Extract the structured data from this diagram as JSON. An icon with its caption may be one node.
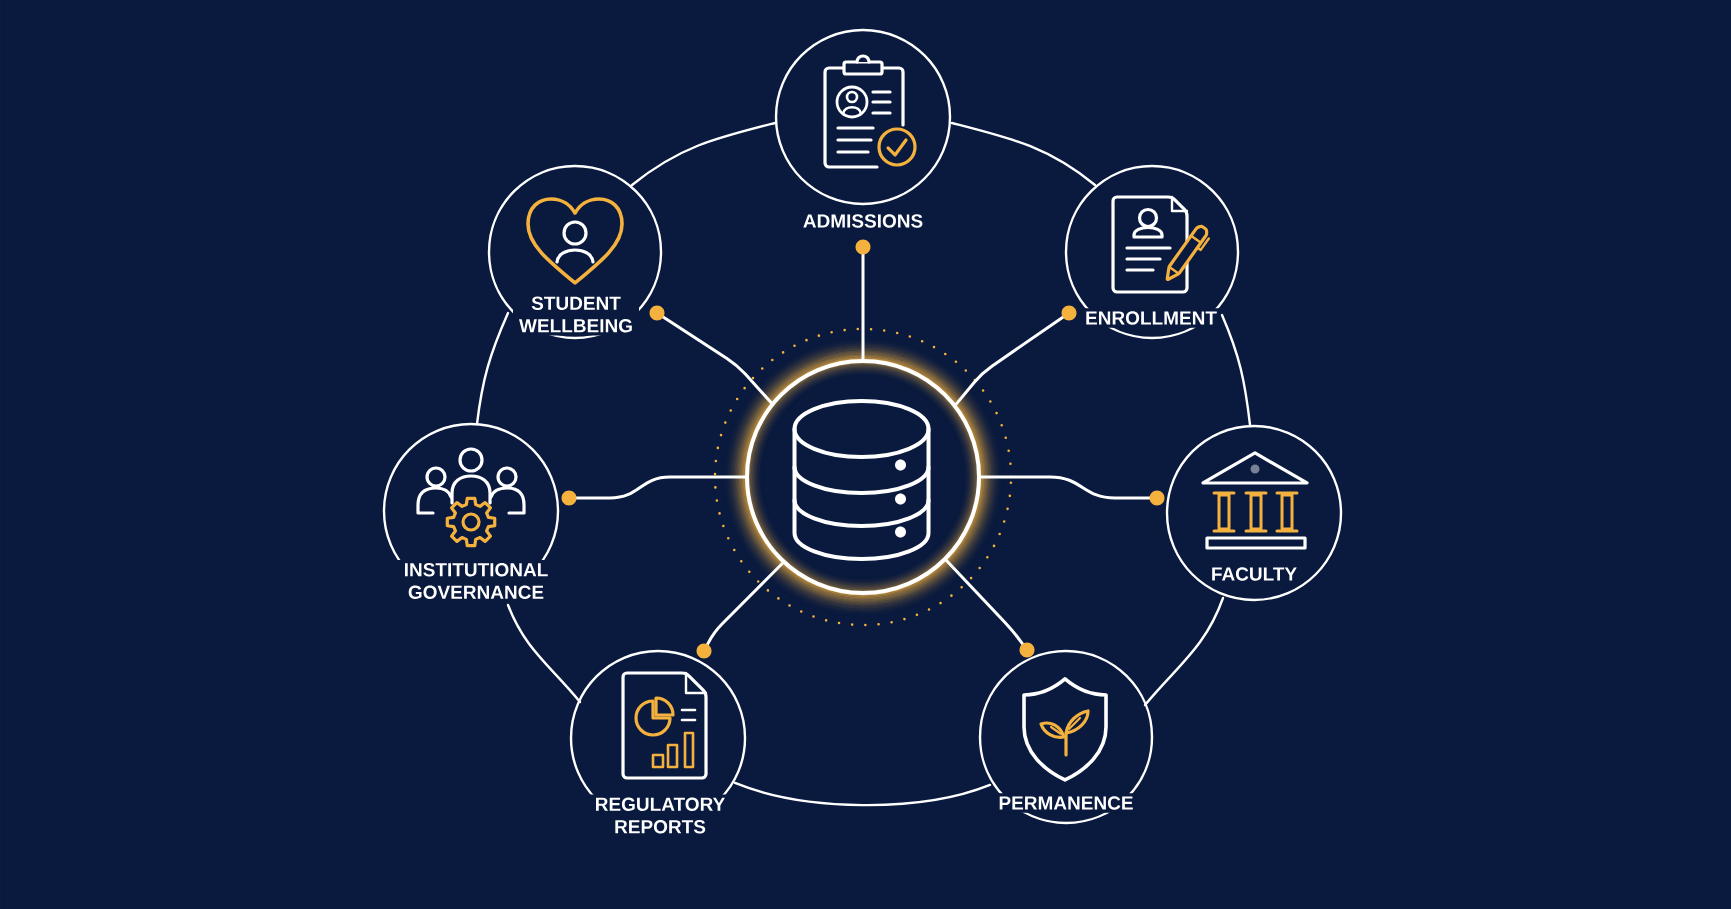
{
  "diagram": {
    "nodes": [
      {
        "text": [],
        "shape": "circle"
      },
      {
        "text": [
          "ADMISSIONS"
        ]
      },
      {
        "text": [
          "ENROLLMENT"
        ]
      },
      {
        "text": [
          "FACULTY"
        ]
      },
      {
        "text": [
          "PERMANENCE"
        ]
      },
      {
        "text": [
          "REGULATORY REPORTS"
        ]
      },
      {
        "text": [
          "INSTITUTIONAL GOVERNANCE"
        ]
      },
      {
        "text": [
          "STUDENT WELLBEING"
        ]
      }
    ],
    "edges": [
      {
        "from": 0,
        "to": 1,
        "arrow": "other"
      },
      {
        "from": 0,
        "to": 2,
        "arrow": "other"
      },
      {
        "from": 0,
        "to": 3,
        "arrow": "other"
      },
      {
        "from": 0,
        "to": 4,
        "arrow": "other"
      },
      {
        "from": 0,
        "to": 5,
        "arrow": "other"
      },
      {
        "from": 0,
        "to": 6,
        "arrow": "other"
      },
      {
        "from": 0,
        "to": 7,
        "arrow": "other"
      },
      {
        "from": 1,
        "to": 2,
        "arrow": "none"
      },
      {
        "from": 2,
        "to": 3,
        "arrow": "none"
      },
      {
        "from": 3,
        "to": 4,
        "arrow": "none"
      },
      {
        "from": 4,
        "to": 5,
        "arrow": "none"
      },
      {
        "from": 5,
        "to": 6,
        "arrow": "none"
      },
      {
        "from": 6,
        "to": 7,
        "arrow": "none"
      },
      {
        "from": 7,
        "to": 1,
        "arrow": "none"
      }
    ]
  }
}
